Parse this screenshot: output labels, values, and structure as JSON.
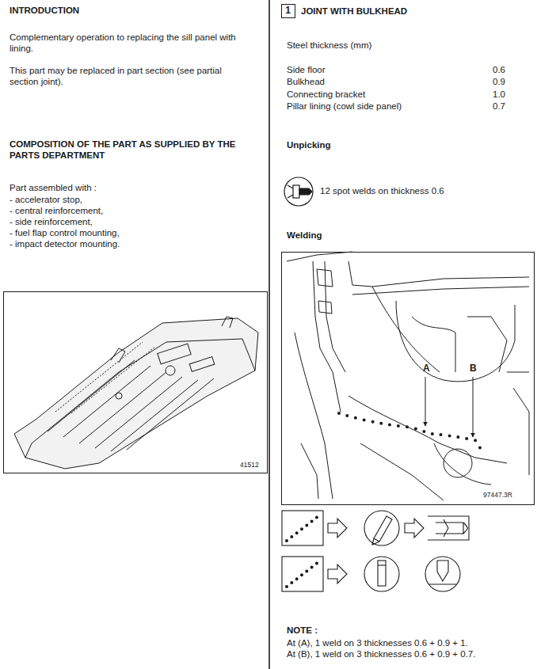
{
  "diagram": {
    "nodes": [
      {
        "text": [
          "1"
        ]
      },
      {
        "text": [
          "41512"
        ]
      },
      {
        "text": [
          "A",
          "B",
          "97447.3R"
        ]
      }
    ],
    "labels": [
      "INTRODUCTION",
      "Complementary operation to replacing the sill panel with lining.",
      "This part may be replaced in part section (see partial section joint).",
      "COMPOSITION OF THE PART AS SUPPLIED BY THE PARTS DEPARTMENT",
      "Part assembled with :",
      "- accelerator stop,",
      "- central reinforcement,",
      "- side reinforcement,",
      "- fuel flap control mounting,",
      "- impact detector mounting.",
      "JOINT WITH BULKHEAD",
      "Steel thickness (mm)",
      "Side floor",
      "0.6",
      "Bulkhead",
      "0.9",
      "Connecting bracket",
      "1.0",
      "Pillar lining (cowl side panel)",
      "0.7",
      "Unpicking",
      "12 spot welds on thickness 0.6",
      "Welding",
      "NOTE :",
      "At (A), 1 weld on 3 thicknesses 0.6 + 0.9 + 1.",
      "At (B), 1 weld on 3 thicknesses 0.6 + 0.9 + 0.7."
    ]
  }
}
